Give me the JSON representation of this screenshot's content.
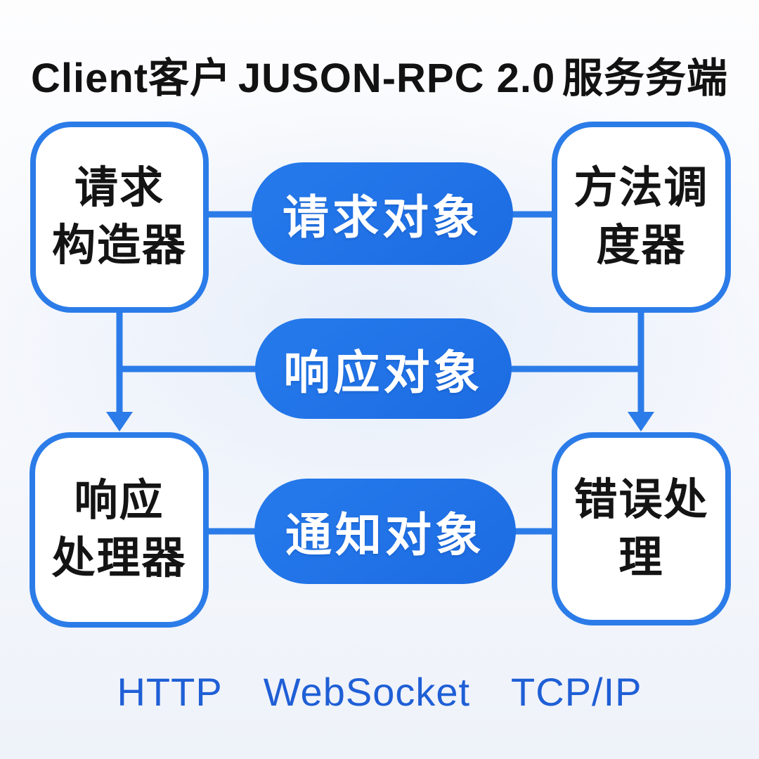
{
  "header": {
    "left": "Client客户",
    "center": "JUSON-RPC 2.0",
    "right": "服务务端"
  },
  "nodes": {
    "client_top": {
      "line1": "请求",
      "line2": "构造器"
    },
    "server_top": {
      "line1": "方法调",
      "line2": "度器"
    },
    "client_bottom": {
      "line1": "响应",
      "line2": "处理器"
    },
    "server_bottom": {
      "line1": "错误处理",
      "line2": ""
    }
  },
  "pills": {
    "request": "请求对象",
    "response": "响应对象",
    "notification": "通知对象"
  },
  "footer": {
    "items": [
      "HTTP",
      "WebSocket",
      "TCP/IP"
    ]
  },
  "colors": {
    "line_blue": "#2b7ce8",
    "pill_blue": "#2478ea",
    "pill_blue_dark": "#1d6ce2",
    "text_black": "#141414",
    "protocol_blue": "#1f5fd6",
    "box_bg": "#ffffff"
  }
}
